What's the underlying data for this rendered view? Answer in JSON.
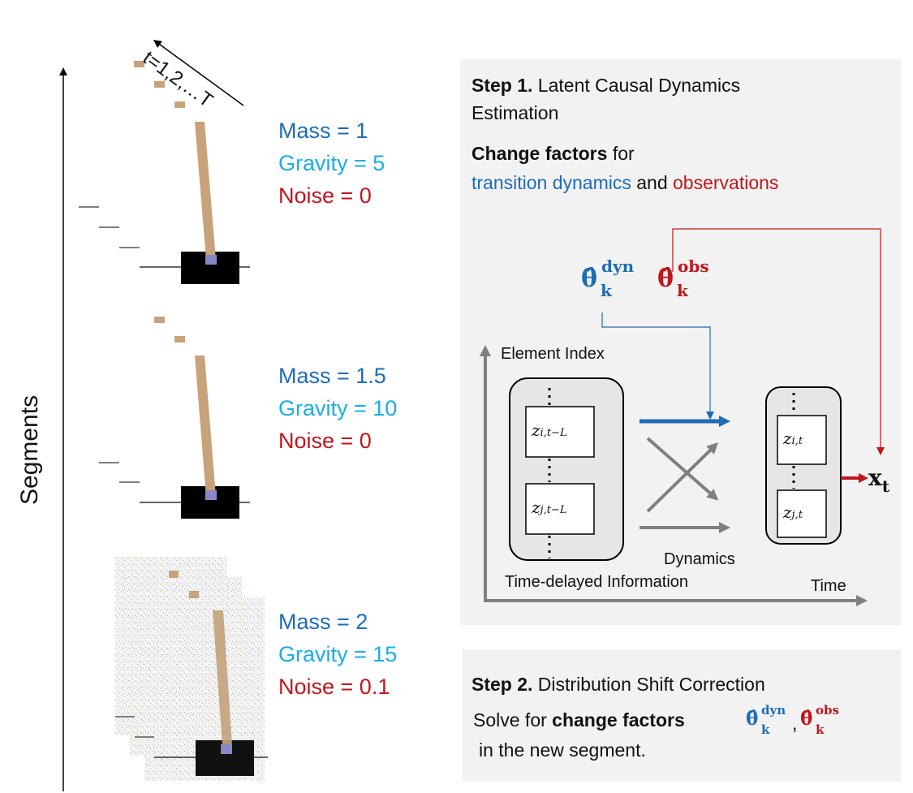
{
  "time_axis_label": "t=1,2,…T",
  "segments_axis_label": "Segments",
  "segments": [
    {
      "mass": "Mass = 1",
      "gravity": "Gravity = 5",
      "noise": "Noise = 0"
    },
    {
      "mass": "Mass = 1.5",
      "gravity": "Gravity = 10",
      "noise": "Noise = 0"
    },
    {
      "mass": "Mass = 2",
      "gravity": "Gravity = 15",
      "noise": "Noise = 0.1"
    }
  ],
  "step1": {
    "title_bold": "Step 1.",
    "title_rest_line1": " Latent Causal Dynamics",
    "title_rest_line2": "Estimation",
    "change_bold": "Change factors",
    "change_rest": " for",
    "transition": "transition dynamics",
    "and": " and ",
    "observations": "observations",
    "theta_dyn": {
      "symbol": "θ̂",
      "sup": "dyn",
      "sub": "k"
    },
    "theta_obs": {
      "symbol": "θ̂",
      "sup": "obs",
      "sub": "k"
    },
    "element_index": "Element Index",
    "time_delayed": "Time-delayed Information",
    "dynamics": "Dynamics",
    "time": "Time",
    "z_prev_i": {
      "base": "z",
      "sub": "i,t−L"
    },
    "z_prev_j": {
      "base": "z",
      "sub": "j,t−L"
    },
    "z_cur_i": {
      "base": "z",
      "sub": "i,t"
    },
    "z_cur_j": {
      "base": "z",
      "sub": "j,t"
    },
    "xt": {
      "base": "x",
      "sub": "t"
    }
  },
  "step2": {
    "title_bold": "Step 2.",
    "title_rest": " Distribution Shift Correction",
    "solve_prefix": "Solve for ",
    "solve_bold": "change factors",
    "comma": ",",
    "line2": "in the new segment."
  },
  "colors": {
    "blue": "#1f6cb5",
    "light_blue": "#1aaee6",
    "red": "#c0161c",
    "gray_arrow": "#7f7f7f",
    "pole": "#c8a27a",
    "cart": "#000000",
    "panel": "#f2f2f2"
  }
}
